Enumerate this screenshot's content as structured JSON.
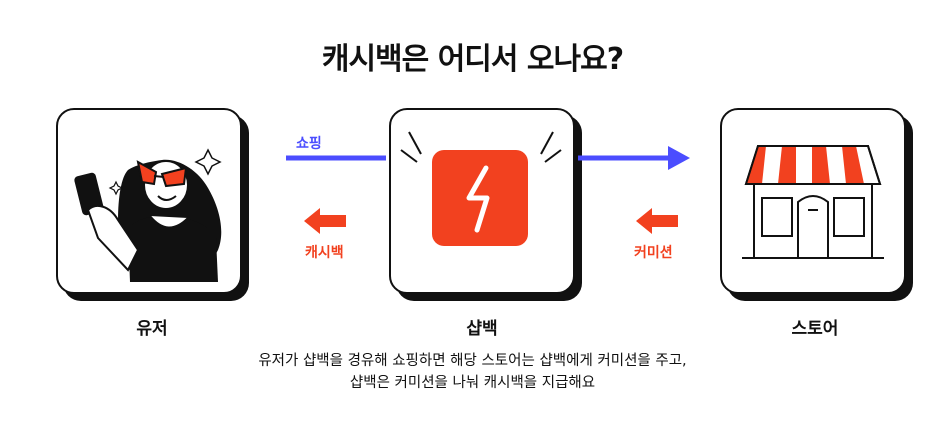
{
  "title": "캐시백은 어디서 오나요?",
  "nodes": [
    {
      "id": "user",
      "label": "유저"
    },
    {
      "id": "shopback",
      "label": "샵백"
    },
    {
      "id": "store",
      "label": "스토어"
    }
  ],
  "arrows": {
    "shopping_label": "쇼핑",
    "cashback_label": "캐시백",
    "commission_label": "커미션",
    "blue": "#4b4dff",
    "red": "#f2411f"
  },
  "description": {
    "line1": "유저가 샵백을 경유해 쇼핑하면 해당 스토어는 샵백에게 커미션을 주고,",
    "line2": "샵백은 커미션을 나눠 캐시백을 지급해요"
  }
}
